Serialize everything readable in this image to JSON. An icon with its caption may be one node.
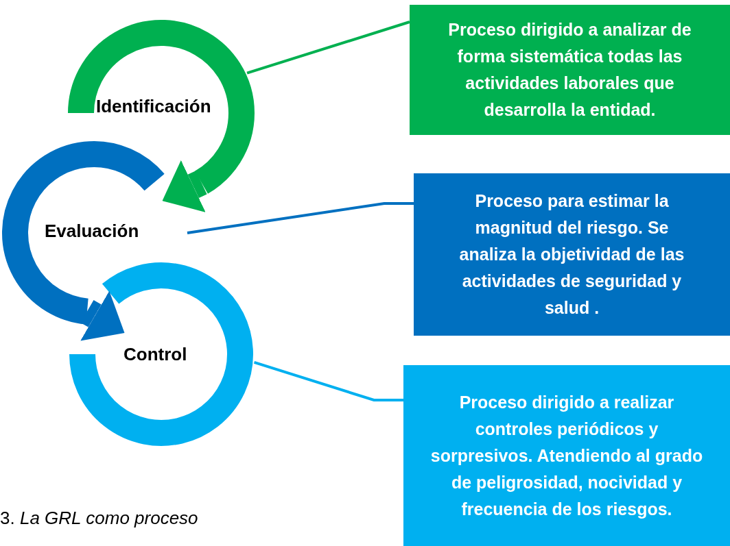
{
  "diagram": {
    "caption": "3. *La GRL como proceso*",
    "nodes": [
      {
        "text": [
          "Identificación"
        ]
      },
      {
        "text": [
          "Evaluación"
        ]
      },
      {
        "text": [
          "Control"
        ]
      },
      {
        "text": [
          "Proceso dirigido a analizar de forma sistemática todas las actividades laborales que desarrolla la entidad."
        ]
      },
      {
        "text": [
          "Proceso para estimar la magnitud del riesgo. Se analiza la objetividad de las actividades de seguridad y salud ."
        ]
      },
      {
        "text": [
          "Proceso dirigido a realizar controles periódicos y sorpresivos. Atendiendo al grado de peligrosidad, nocividad y frecuencia de los riesgos."
        ]
      }
    ],
    "edges": [
      {
        "from": 0,
        "to": 1,
        "arrow": "to",
        "style": "thick",
        "color": "#00b050"
      },
      {
        "from": 1,
        "to": 2,
        "arrow": "to",
        "style": "thick",
        "color": "#0070c0"
      },
      {
        "from": 0,
        "to": 3,
        "arrow": "none",
        "color": "#00b050"
      },
      {
        "from": 1,
        "to": 4,
        "arrow": "none",
        "color": "#0070c0"
      },
      {
        "from": 2,
        "to": 5,
        "arrow": "none",
        "color": "#00b0f0"
      }
    ]
  }
}
